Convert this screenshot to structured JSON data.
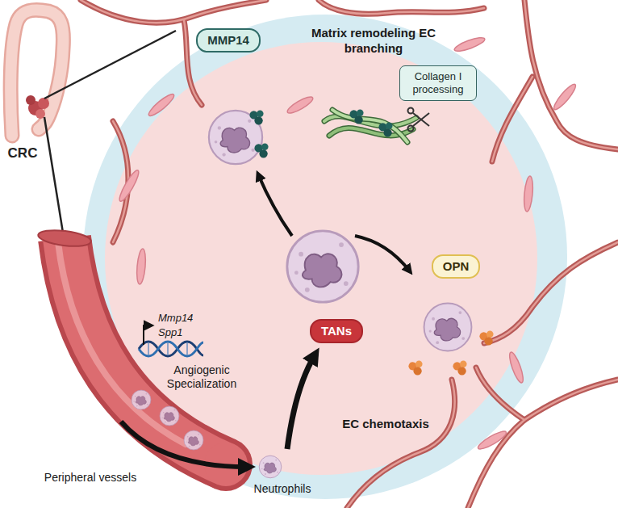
{
  "diagram": {
    "nodes": [
      {
        "text": [
          "MMP14"
        ]
      },
      {
        "text": [
          "Collagen I processing"
        ]
      },
      {
        "text": [
          "OPN"
        ]
      },
      {
        "text": [
          "TANs"
        ]
      }
    ],
    "labels": [
      "CRC",
      "Matrix remodeling EC branching",
      "Mmp14",
      "Spp1",
      "Angiogenic Specialization",
      "EC chemotaxis",
      "Neutrophils",
      "Peripheral vessels"
    ]
  }
}
